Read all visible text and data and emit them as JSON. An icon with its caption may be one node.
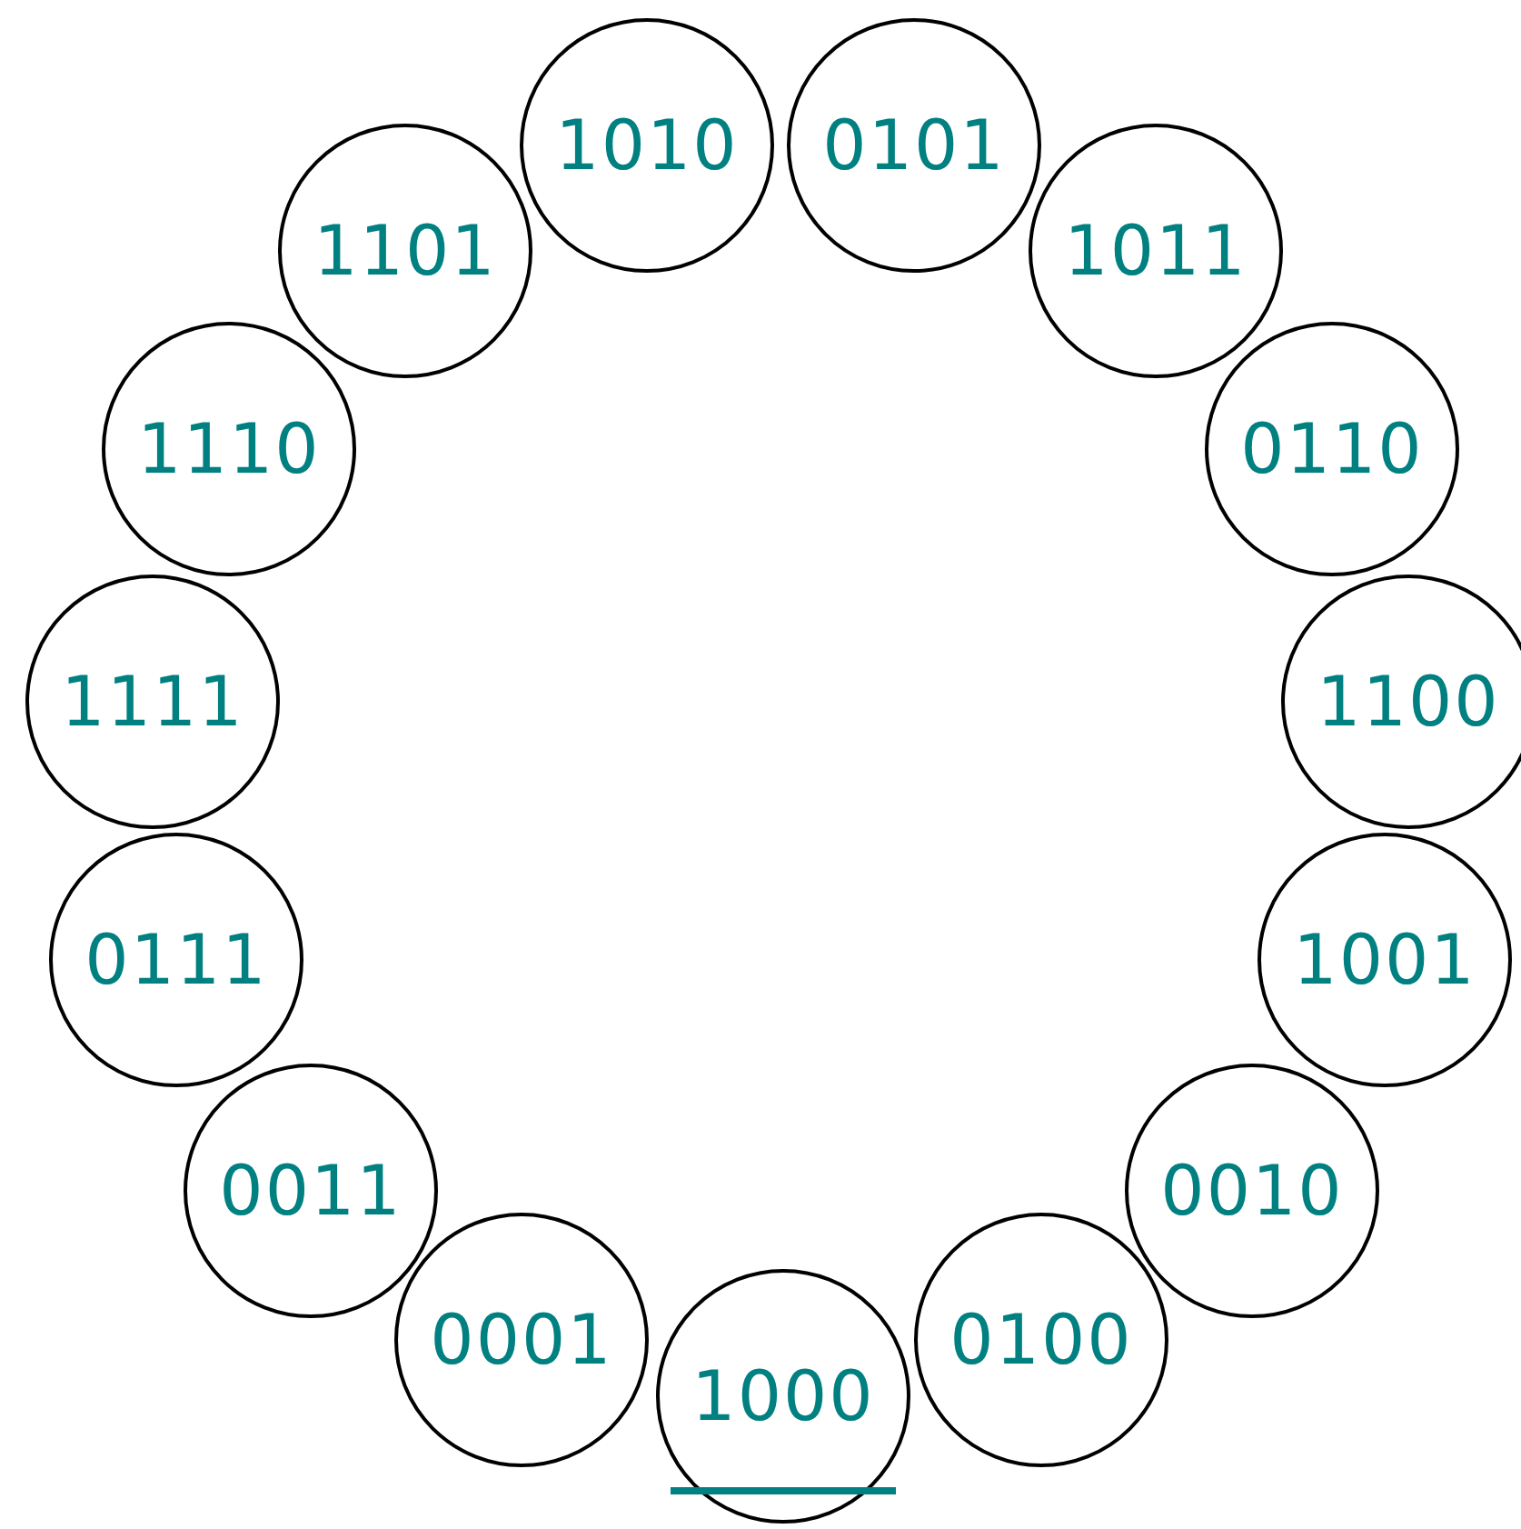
{
  "diagram": {
    "nodes": [
      {
        "text": [
          "1000"
        ]
      },
      {
        "text": [
          "0001"
        ]
      },
      {
        "text": [
          "0011"
        ]
      },
      {
        "text": [
          "0111"
        ]
      },
      {
        "text": [
          "1111"
        ]
      },
      {
        "text": [
          "1110"
        ]
      },
      {
        "text": [
          "1101"
        ]
      },
      {
        "text": [
          "1010"
        ]
      },
      {
        "text": [
          "0101"
        ]
      },
      {
        "text": [
          "1011"
        ]
      },
      {
        "text": [
          "0110"
        ]
      },
      {
        "text": [
          "1100"
        ]
      },
      {
        "text": [
          "1001"
        ]
      },
      {
        "text": [
          "0010"
        ]
      },
      {
        "text": [
          "0100"
        ]
      }
    ]
  }
}
